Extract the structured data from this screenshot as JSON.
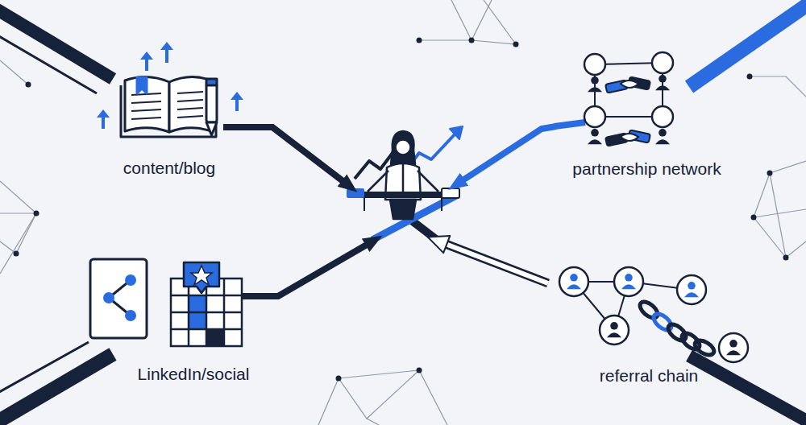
{
  "diagram": {
    "nodes": [
      {
        "text": [
          "content/blog"
        ]
      },
      {
        "text": [
          "partnership network"
        ]
      },
      {
        "text": []
      },
      {
        "text": [
          "LinkedIn/social"
        ]
      },
      {
        "text": [
          "referral chain"
        ]
      }
    ],
    "edges": [
      {
        "from": 0,
        "to": 2,
        "arrow": "to"
      },
      {
        "from": 1,
        "to": 2,
        "arrow": "to"
      },
      {
        "from": 3,
        "to": 2,
        "arrow": "to"
      },
      {
        "from": 4,
        "to": 2,
        "arrow": "to"
      }
    ]
  }
}
